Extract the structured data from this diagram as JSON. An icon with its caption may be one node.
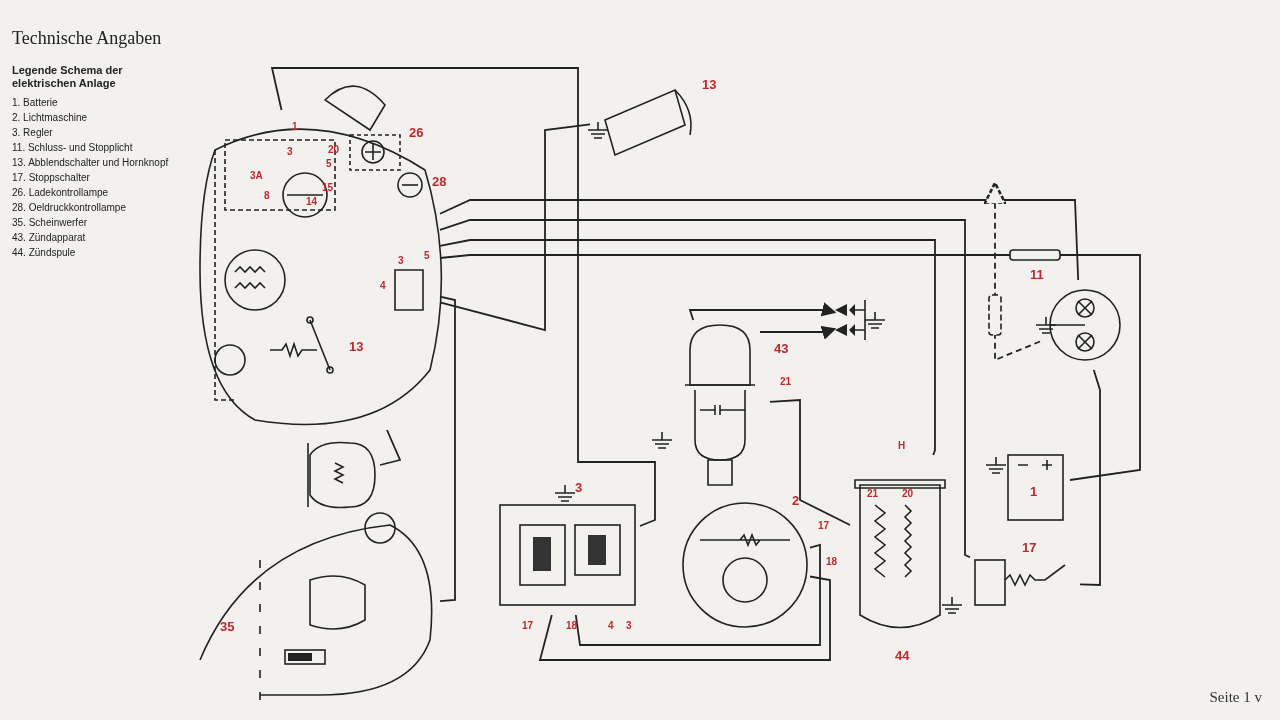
{
  "diagram": {
    "title": "Technische Angaben",
    "nodes": [
      {
        "text": [],
        "shape": "picture"
      },
      {
        "text": [
          "26"
        ],
        "in": 0
      },
      {
        "text": [
          "28"
        ],
        "in": 0
      },
      {
        "text": [
          "13"
        ],
        "in": 0
      },
      {
        "text": [
          "13"
        ]
      },
      {
        "text": [],
        "shape": "picture"
      },
      {
        "text": [
          "35"
        ]
      },
      {
        "text": [
          "3"
        ]
      },
      {
        "text": [
          "2"
        ]
      },
      {
        "text": [
          "43"
        ]
      },
      {
        "text": [
          "44"
        ]
      },
      {
        "text": [],
        "shape": "picture"
      },
      {
        "text": [
          "1"
        ]
      },
      {
        "text": [
          "17"
        ]
      },
      {
        "text": [
          "11"
        ]
      }
    ],
    "edges": [
      {
        "from": 0,
        "to": 7,
        "arrow": "none"
      },
      {
        "from": 4,
        "to": 0,
        "arrow": "none"
      },
      {
        "from": 0,
        "to": 14,
        "arrow": "none"
      },
      {
        "from": 0,
        "to": 12,
        "arrow": "none"
      },
      {
        "from": 0,
        "to": 10,
        "arrow": "none"
      },
      {
        "from": 0,
        "to": 5,
        "arrow": "none"
      },
      {
        "from": 0,
        "to": 6,
        "arrow": "none"
      },
      {
        "from": 7,
        "to": 8,
        "arrow": "none"
      },
      {
        "from": 7,
        "to": 8,
        "arrow": "none"
      },
      {
        "from": 9,
        "to": 10,
        "arrow": "none"
      },
      {
        "from": 9,
        "to": 11,
        "arrow": "to"
      },
      {
        "from": 9,
        "to": 11,
        "arrow": "to"
      },
      {
        "from": 13,
        "to": 14,
        "arrow": "none"
      },
      {
        "from": 0,
        "to": 13,
        "arrow": "none"
      },
      {
        "from": 14,
        "to": null,
        "arrow": "to",
        "style": "dashed"
      }
    ],
    "labels": [
      "Legende Schema der elektrischen Anlage",
      "1. Batterie",
      "2. Lichtmaschine",
      "3. Regler",
      "11. Schluss- und Stopplicht",
      "13. Abblendschalter und Hornknopf",
      "17. Stoppschalter",
      "26. Ladekontrollampe",
      "28. Oeldruckkontrollampe",
      "35. Scheinwerfer",
      "43. Zündapparat",
      "44. Zündspule",
      "1",
      "3",
      "3A",
      "8",
      "14",
      "15",
      "5",
      "20",
      "5",
      "3",
      "4",
      "21",
      "17",
      "18",
      "4",
      "3",
      "17",
      "18",
      "21",
      "20",
      "H",
      "Seite 1 v"
    ]
  }
}
